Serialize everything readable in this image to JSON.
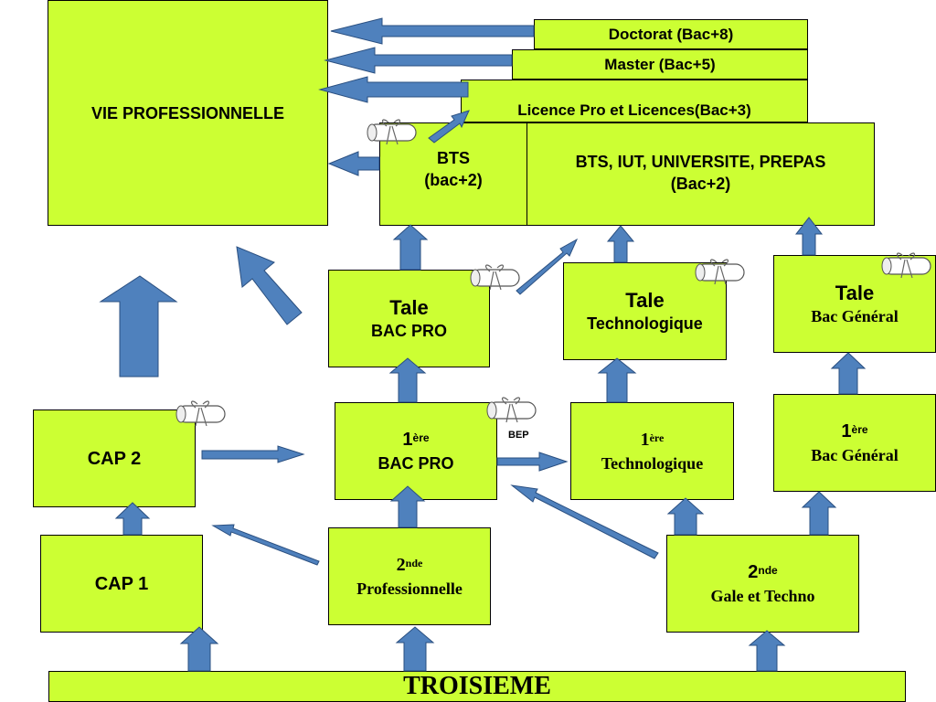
{
  "colors": {
    "box_fill": "#ccff33",
    "arrow_fill": "#4f81bd",
    "arrow_stroke": "#2a4f80"
  },
  "boxes": {
    "vie_pro": "VIE PROFESSIONNELLE",
    "doctorat": "Doctorat (Bac+8)",
    "master": "Master (Bac+5)",
    "licence": "Licence Pro et Licences(Bac+3)",
    "bts_line1": "BTS",
    "bts_line2": "(bac+2)",
    "bts_iut_line1": "BTS, IUT, UNIVERSITE, PREPAS",
    "bts_iut_line2": "(Bac+2)",
    "tale_pro_line1": "Tale",
    "tale_pro_line2": "BAC PRO",
    "tale_techno_line1": "Tale",
    "tale_techno_line2": "Technologique",
    "tale_gen_line1": "Tale",
    "tale_gen_line2": "Bac Général",
    "cap2": "CAP 2",
    "cap1": "CAP 1",
    "premiere_pro_num": "1",
    "premiere_pro_sup": "ère",
    "premiere_pro_line2": "BAC PRO",
    "premiere_techno_num": "1",
    "premiere_techno_sup": "ère",
    "premiere_techno_line2": "Technologique",
    "premiere_gen_num": "1",
    "premiere_gen_sup": "ère",
    "premiere_gen_line2": "Bac Général",
    "seconde_pro_num": "2",
    "seconde_pro_sup": "nde",
    "seconde_pro_line2": "Professionnelle",
    "seconde_gen_num": "2",
    "seconde_gen_sup": "nde",
    "seconde_gen_line2": "Gale et Techno",
    "troisieme": "TROISIEME",
    "bep": "BEP"
  },
  "icons": {
    "diploma": "diploma-scroll-icon"
  }
}
